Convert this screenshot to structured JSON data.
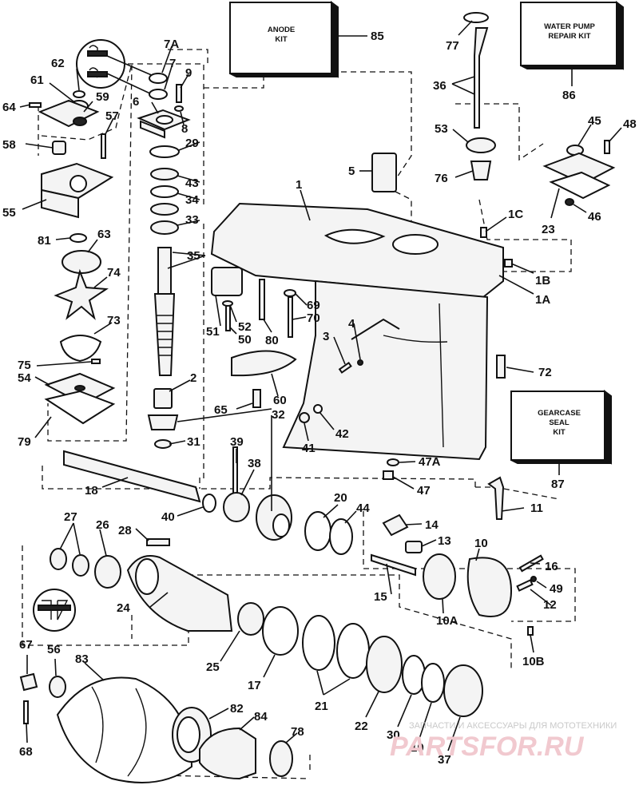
{
  "kits": {
    "anode": {
      "line1": "ANODE",
      "line2": "KIT",
      "ref": "85"
    },
    "water_pump": {
      "line1": "WATER PUMP",
      "line2": "REPAIR KIT",
      "ref": "86"
    },
    "gearcase": {
      "line1": "GEARCASE",
      "line2": "SEAL",
      "line3": "KIT",
      "ref": "87"
    }
  },
  "callouts": {
    "c7A": "7A",
    "c7": "7",
    "c9": "9",
    "c62": "62",
    "c61": "61",
    "c59": "59",
    "c64": "64",
    "c6": "6",
    "c8": "8",
    "c57": "57",
    "c29": "29",
    "c58": "58",
    "c43": "43",
    "c34": "34",
    "c55": "55",
    "c33": "33",
    "c81": "81",
    "c63": "63",
    "c35": "35",
    "c74": "74",
    "c73": "73",
    "c75": "75",
    "c54": "54",
    "c79": "79",
    "c2": "2",
    "c65": "65",
    "c32": "32",
    "c31": "31",
    "c51": "51",
    "c52": "52",
    "c50": "50",
    "c80": "80",
    "c69": "69",
    "c70": "70",
    "c60": "60",
    "c1": "1",
    "c5": "5",
    "c77": "77",
    "c36": "36",
    "c53": "53",
    "c76": "76",
    "c45": "45",
    "c48": "48",
    "c23": "23",
    "c46": "46",
    "c1C": "1C",
    "c1B": "1B",
    "c1A": "1A",
    "c3": "3",
    "c4": "4",
    "c72": "72",
    "c41": "41",
    "c42": "42",
    "c47A": "47A",
    "c47": "47",
    "c39": "39",
    "c38": "38",
    "c18": "18",
    "c40": "40",
    "c20": "20",
    "c44": "44",
    "c14": "14",
    "c11": "11",
    "c27": "27",
    "c26": "26",
    "c28": "28",
    "c13": "13",
    "c10": "10",
    "c16": "16",
    "c15": "15",
    "c49": "49",
    "c12": "12",
    "c10A": "10A",
    "c24": "24",
    "c25": "25",
    "c17": "17",
    "c21": "21",
    "c10B": "10B",
    "c67": "67",
    "c56": "56",
    "c83": "83",
    "c22": "22",
    "c68": "68",
    "c82": "82",
    "c84": "84",
    "c78": "78",
    "c30": "30",
    "c19": "19",
    "c37": "37"
  },
  "watermark": {
    "line1": "ЗАПЧАСТИ И АКСЕССУАРЫ ДЛЯ МОТОТЕХНИКИ",
    "line2": "PARTSFOR.RU"
  }
}
